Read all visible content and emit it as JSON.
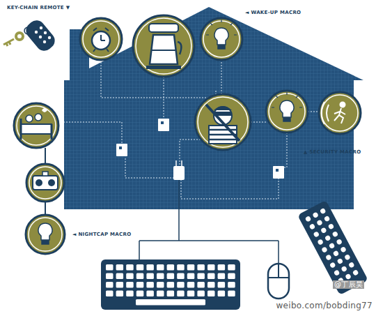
{
  "diagram": {
    "labels": [
      "KEY-CHAIN REMOTE ▼",
      "◄ WAKE-UP MACRO",
      "▲ SECURITY MACRO",
      "◄ NIGHTCAP MACRO",
      "@丁辰昊",
      "weibo.com/bobding77"
    ]
  }
}
